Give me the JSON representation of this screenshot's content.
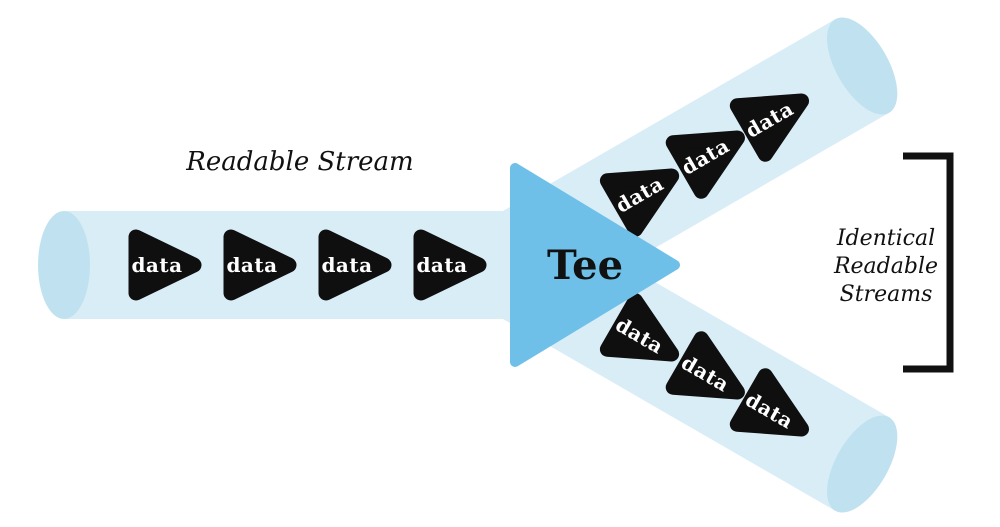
{
  "diagram": {
    "labels": {
      "readable_stream": "Readable Stream",
      "tee": "Tee",
      "data": "data",
      "identical_lines": [
        "Identical",
        "Readable",
        "Streams"
      ]
    },
    "colors": {
      "background": "#ffffff",
      "tube_body": "#d9edf7",
      "tube_cap": "#c0e2f0",
      "tee_triangle": "#6fc0e9",
      "arrow": "#0f0f0f",
      "arrow_text": "#ffffff",
      "text": "#111111",
      "bracket": "#111111"
    },
    "counts": {
      "input_tube_packets": 4,
      "top_output_tube_packets": 3,
      "bottom_output_tube_packets": 3
    }
  }
}
